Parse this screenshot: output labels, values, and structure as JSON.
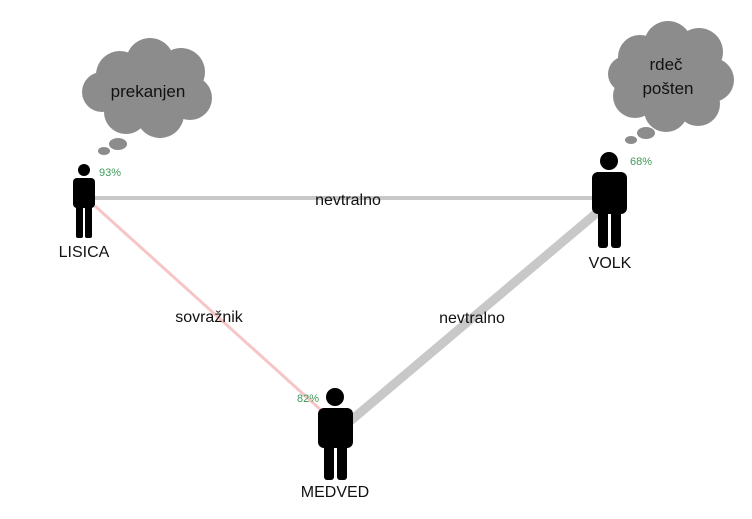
{
  "characters": {
    "lisica": {
      "name": "LISICA",
      "percent": "93%"
    },
    "volk": {
      "name": "VOLK",
      "percent": "68%"
    },
    "medved": {
      "name": "MEDVED",
      "percent": "82%"
    }
  },
  "relations": {
    "lisica_volk": {
      "label": "nevtralno",
      "color": "#c8c8c8"
    },
    "lisica_medved": {
      "label": "sovražnik",
      "color": "#f6c6c6"
    },
    "volk_medved": {
      "label": "nevtralno",
      "color": "#c8c8c8"
    }
  },
  "thoughts": {
    "lisica": {
      "lines": [
        "prekanjen"
      ]
    },
    "volk": {
      "lines": [
        "rdeč",
        "pošten"
      ]
    }
  },
  "colors": {
    "cloud": "#8c8c8c",
    "person": "#000000",
    "percent": "#3f9a5a"
  }
}
